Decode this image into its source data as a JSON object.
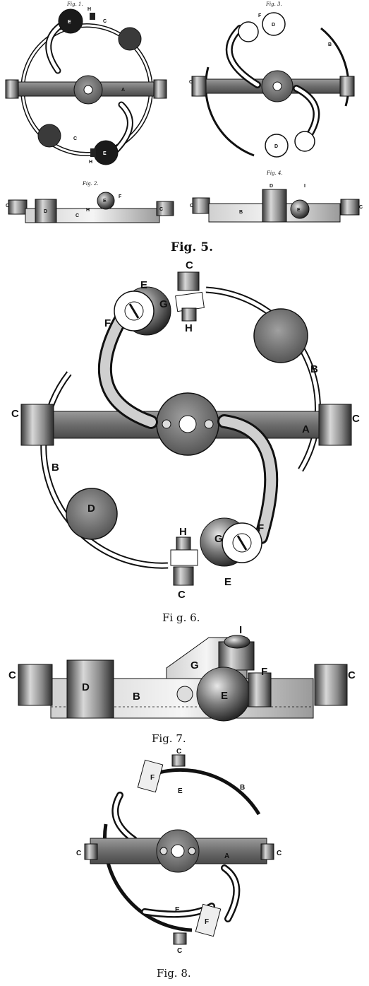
{
  "plate": {
    "captions": {
      "fig1": "Fig. 1.",
      "fig2": "Fig. 2.",
      "fig3": "Fig. 3.",
      "fig4": "Fig. 4.",
      "fig5": "Fig. 5.",
      "fig6": "Fi g. 6.",
      "fig7": "Fig. 7.",
      "fig8": "Fig. 8."
    },
    "labels": {
      "A": "A",
      "B": "B",
      "C": "C",
      "D": "D",
      "E": "E",
      "F": "F",
      "G": "G",
      "H": "H",
      "I": "I"
    },
    "colors": {
      "ink": "#111111",
      "dark_fill": "#3a3a3a",
      "mid_fill": "#7a7a7a",
      "light_fill": "#bdbdbd",
      "paper": "#ffffff"
    }
  }
}
